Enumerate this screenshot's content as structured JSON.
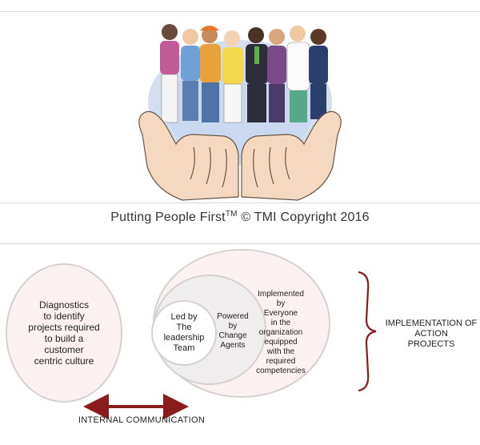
{
  "caption": {
    "text": "Putting People First",
    "tm": "TM",
    "copyright": "© TMI Copyright 2016"
  },
  "diagram": {
    "diagnostics": [
      "Diagnostics",
      "to identify",
      "projects required",
      "to build a",
      "customer",
      "centric culture"
    ],
    "led_by": [
      "Led by",
      "The",
      "leadership",
      "Team"
    ],
    "powered_by": [
      "Powered",
      "by",
      "Change",
      "Agents"
    ],
    "implemented": [
      "Implemented",
      "by",
      "Everyone",
      "in the",
      "organization",
      "equipped",
      "with the",
      "required",
      "competencies"
    ],
    "implementation": [
      "IMPLEMENTATION OF",
      "ACTION",
      "PROJECTS"
    ],
    "internal_communication": "INTERNAL COMMUNICATION"
  },
  "colors": {
    "accent": "#8b1c1c",
    "circle_fill": "#fbf1f1",
    "circle_stroke": "#d6d0d0",
    "inner_fill": "#efeded",
    "rule": "#d9d9d9"
  }
}
